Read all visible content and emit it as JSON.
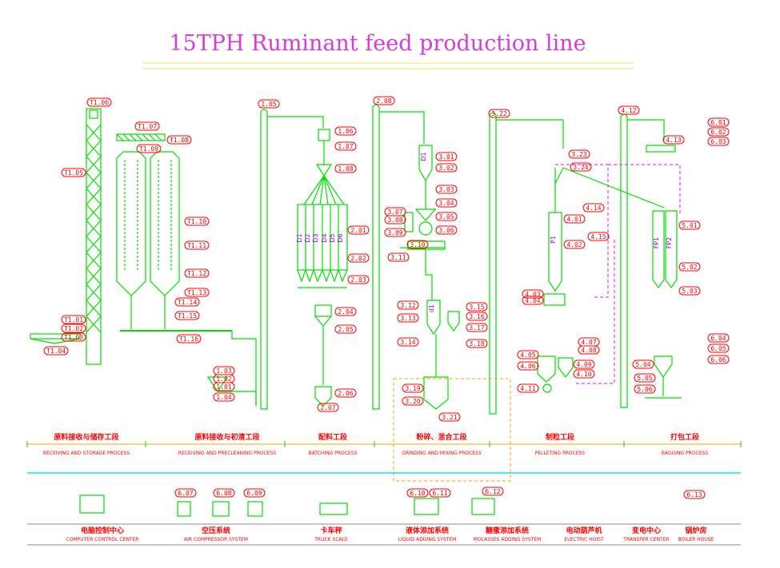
{
  "title": "15TPH Ruminant feed production line",
  "colors": {
    "title": "#d83cd8",
    "equipment": "#00e000",
    "label": "#ff0000",
    "duct": "#ff00ff",
    "purple": "#a000ff",
    "orange": "#ffa000",
    "cyan": "#00e5ff",
    "title_line": "#e8e864",
    "process_text": "#ff0000",
    "process_line": "#888888",
    "dark": "#404040"
  },
  "tags": {
    "receiving": [
      "T1.01",
      "T1.02",
      "T1.03",
      "T1.04",
      "T1.05",
      "T1.06",
      "T1.07",
      "T1.08",
      "T1.09",
      "T1.10",
      "T1.11",
      "T1.12",
      "T1.13",
      "T1.14",
      "T1.15",
      "T1.16"
    ],
    "precleaning": [
      "1.01",
      "1.02",
      "1.03",
      "1.04",
      "1.05",
      "1.06",
      "1.07",
      "1.08"
    ],
    "batching": [
      "2.01",
      "2.02",
      "2.03",
      "2.04",
      "2.05",
      "2.06",
      "2.07",
      "2.08"
    ],
    "grinding": [
      "3.01",
      "3.02",
      "3.03",
      "3.04",
      "3.05",
      "3.06",
      "3.07",
      "3.08",
      "3.09",
      "3.10",
      "3.11",
      "3.12",
      "3.13",
      "3.14",
      "3.15",
      "3.16",
      "3.17",
      "3.18",
      "3.19",
      "3.20",
      "3.21",
      "3.22"
    ],
    "pelleting": [
      "3.23",
      "3.24",
      "4.01",
      "4.02",
      "4.03",
      "4.04",
      "4.05",
      "4.06",
      "4.07",
      "4.08",
      "4.09",
      "4.10",
      "4.11",
      "4.12",
      "4.13",
      "4.14",
      "4.15"
    ],
    "bagging": [
      "5.01",
      "5.02",
      "5.03",
      "5.04",
      "5.05",
      "5.06"
    ],
    "auxiliary": [
      "6.01",
      "6.02",
      "6.03",
      "6.04",
      "6.05",
      "6.06",
      "6.07",
      "6.08",
      "6.09",
      "6.10",
      "6.11",
      "6.12",
      "6.13"
    ]
  },
  "bin_labels": {
    "batching_bins": [
      "D1",
      "D2",
      "D3",
      "D4",
      "D5",
      "D6"
    ],
    "grinder_bin": "D1",
    "mixer_bin": "d1",
    "pellet_bin": "P1",
    "finished_bins": [
      "FP1",
      "FP2"
    ]
  },
  "processes": [
    {
      "cn": "原料接收与储存工段",
      "en": "RECEIVING AND STORAGE PROCESS"
    },
    {
      "cn": "原料接收与初清工段",
      "en": "RECEIVING AND PRECLEANING PROCESS"
    },
    {
      "cn": "配料工段",
      "en": "BATCHING PROCESS"
    },
    {
      "cn": "粉碎、混合工段",
      "en": "GRINDING AND MIXING PROCESS"
    },
    {
      "cn": "制粒工段",
      "en": "PELLETING PROCESS"
    },
    {
      "cn": "打包工段",
      "en": "BAGGING PROCESS"
    }
  ],
  "systems": [
    {
      "cn": "电脑控制中心",
      "en": "COMPUTER CONTROL CENTER"
    },
    {
      "cn": "空压系统",
      "en": "AIR COMPRESSOR SYSTEM"
    },
    {
      "cn": "卡车秤",
      "en": "TRUCK SCALE"
    },
    {
      "cn": "液体添加系统",
      "en": "LIQUID ADDING SYSTEM"
    },
    {
      "cn": "糖蜜添加系统",
      "en": "MOLASSES ADDING SYSTEM"
    },
    {
      "cn": "电动葫芦机",
      "en": "ELECTRIC HOIST"
    },
    {
      "cn": "变电中心",
      "en": "TRANSFER CENTER"
    },
    {
      "cn": "锅炉房",
      "en": "BOILER HOUSE"
    }
  ]
}
